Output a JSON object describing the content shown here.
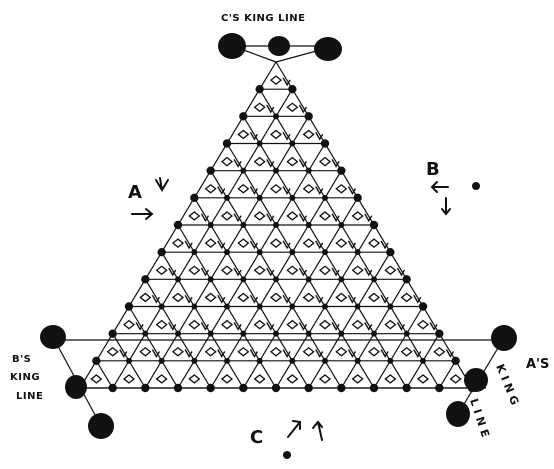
{
  "labels": {
    "top_king_line": "C'S KING LINE",
    "left_king_line_1": "B'S",
    "left_king_line_2": "KING",
    "left_king_line_3": "LINE",
    "right_king_line_1": "A'S",
    "right_king_line_2": "KING",
    "right_king_line_3": "LINE",
    "player_a": "A",
    "player_b": "B",
    "player_c": "C"
  },
  "colors": {
    "ink": "#111111",
    "paper": "#ffffff"
  },
  "board": {
    "type": "triangular-grid",
    "rows": 12,
    "king_pieces_per_line": 3
  }
}
